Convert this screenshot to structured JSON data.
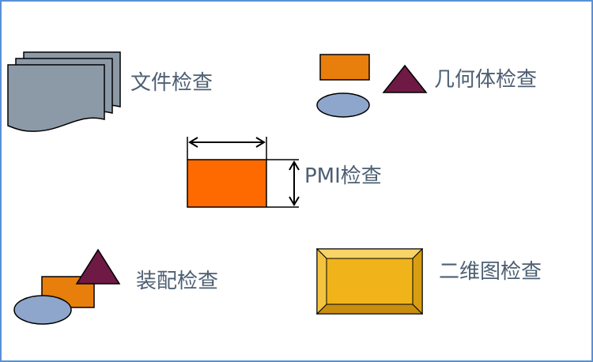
{
  "labels": {
    "file_check": "文件检查",
    "geometry_check": "几何体检查",
    "pmi_check": "PMI检查",
    "assembly_check": "装配检查",
    "drawing_check": "二维图检查"
  },
  "colors": {
    "border": "#5b8fd6",
    "document_fill": "#8c9aa8",
    "orange": "#e87e0c",
    "bright_orange": "#ff6a00",
    "maroon": "#6e1a45",
    "ellipse_blue": "#8ea6cc",
    "gold": "#f0b31a",
    "text": "#4d5f73"
  }
}
